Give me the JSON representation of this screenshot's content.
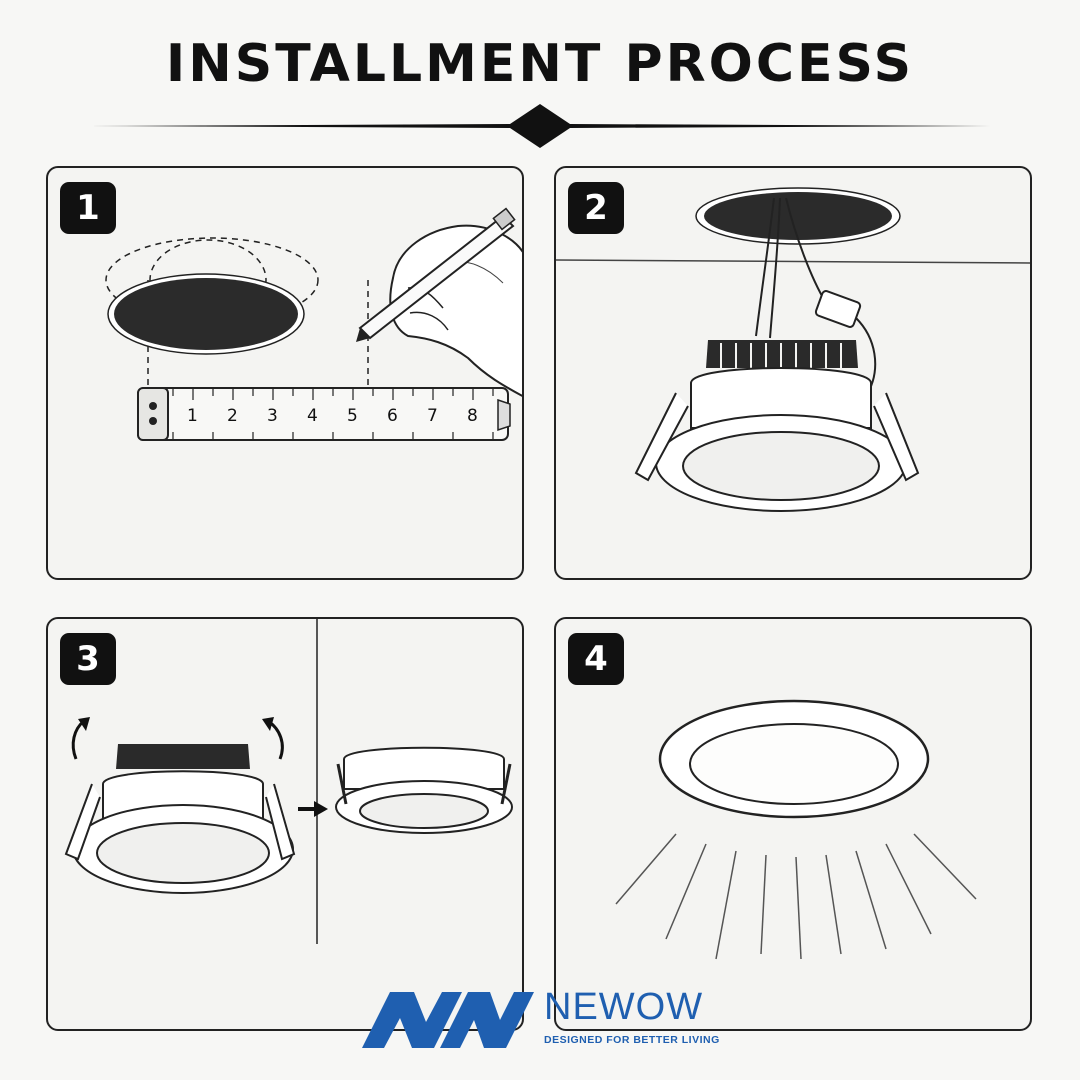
{
  "title": "INSTALLMENT PROCESS",
  "steps": [
    {
      "number": "1"
    },
    {
      "number": "2"
    },
    {
      "number": "3"
    },
    {
      "number": "4"
    }
  ],
  "ruler": {
    "ticks": [
      "1",
      "2",
      "3",
      "4",
      "5",
      "6",
      "7",
      "8"
    ]
  },
  "brand": {
    "name": "NEWOW",
    "tagline": "DESIGNED FOR BETTER LIVING",
    "color": "#1f5fb0"
  },
  "icons": [
    "pencil-icon",
    "hand-icon",
    "tape-measure-icon",
    "downlight-icon",
    "arrow-up-icon",
    "arrow-right-icon",
    "light-rays-icon"
  ]
}
